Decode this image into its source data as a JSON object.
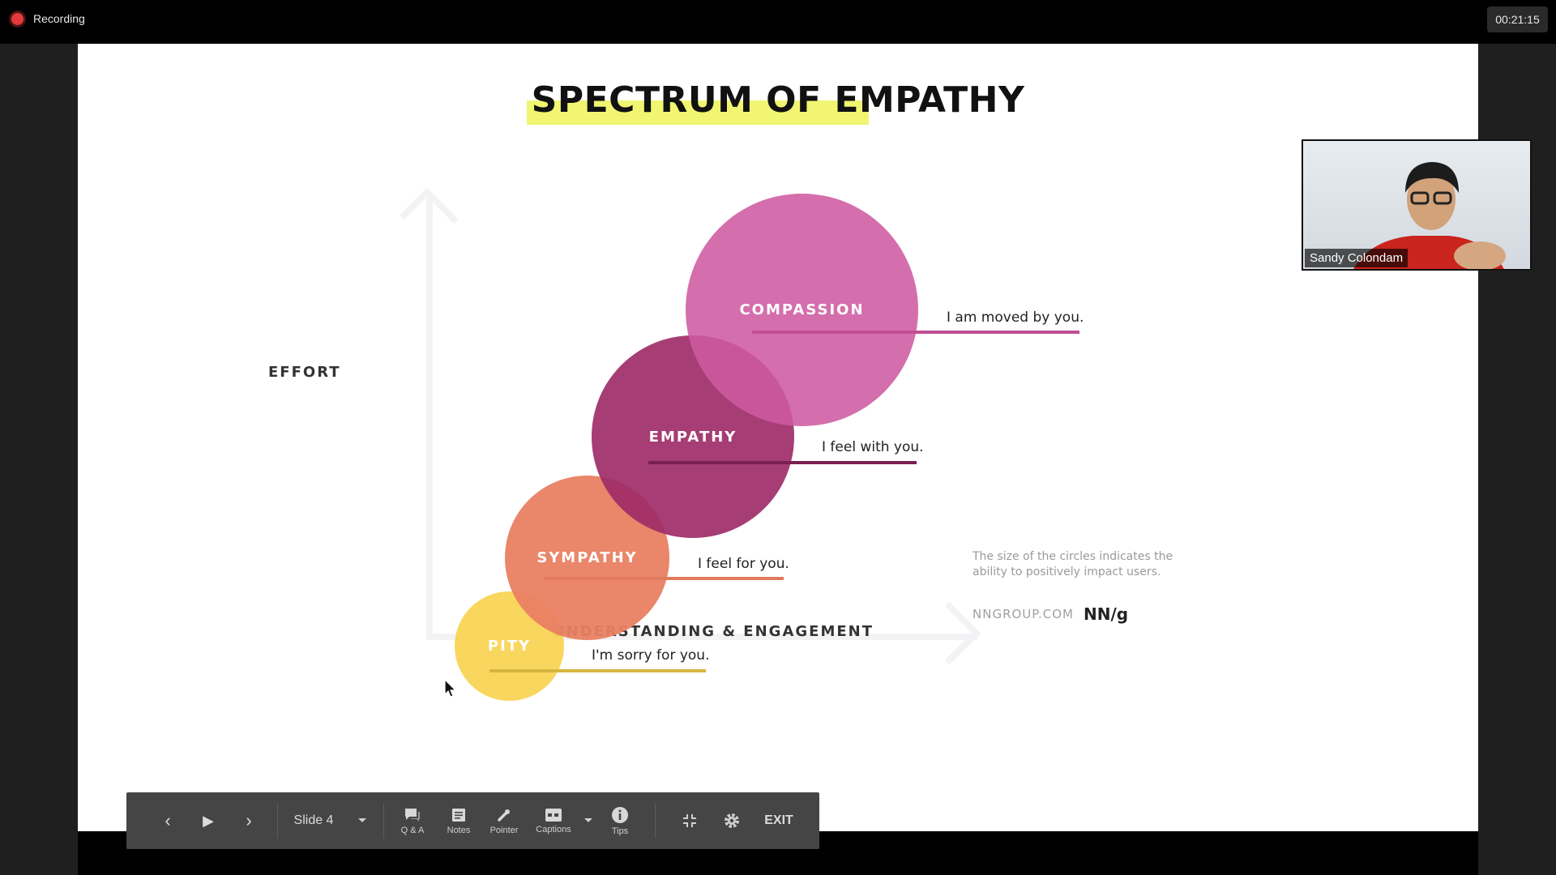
{
  "top_bar": {
    "recording_label": "Recording",
    "timer": "00:21:15"
  },
  "slide": {
    "title": "SPECTRUM OF EMPATHY",
    "y_axis_label": "EFFORT",
    "x_axis_label": "UNDERSTANDING & ENGAGEMENT",
    "levels": [
      {
        "label": "PITY",
        "phrase": "I'm sorry for you.",
        "color": "#F8D34F"
      },
      {
        "label": "SYMPATHY",
        "phrase": "I feel for you.",
        "color": "#E98062"
      },
      {
        "label": "EMPATHY",
        "phrase": "I feel with you.",
        "color": "#9E2C68"
      },
      {
        "label": "COMPASSION",
        "phrase": "I am moved by you.",
        "color": "#CE5AA0"
      }
    ],
    "note": "The size of the circles indicates the ability to positively impact users.",
    "source_site": "NNGROUP.COM",
    "source_logo": "NN/g",
    "highlight_color": "#F1F571"
  },
  "video": {
    "participant_name": "Sandy Colondam"
  },
  "toolbar": {
    "prev_label": "‹",
    "play_label": "▶",
    "next_label": "›",
    "slide_label": "Slide 4",
    "qa_label": "Q & A",
    "notes_label": "Notes",
    "pointer_label": "Pointer",
    "captions_label": "Captions",
    "tips_label": "Tips",
    "exit_label": "EXIT"
  }
}
